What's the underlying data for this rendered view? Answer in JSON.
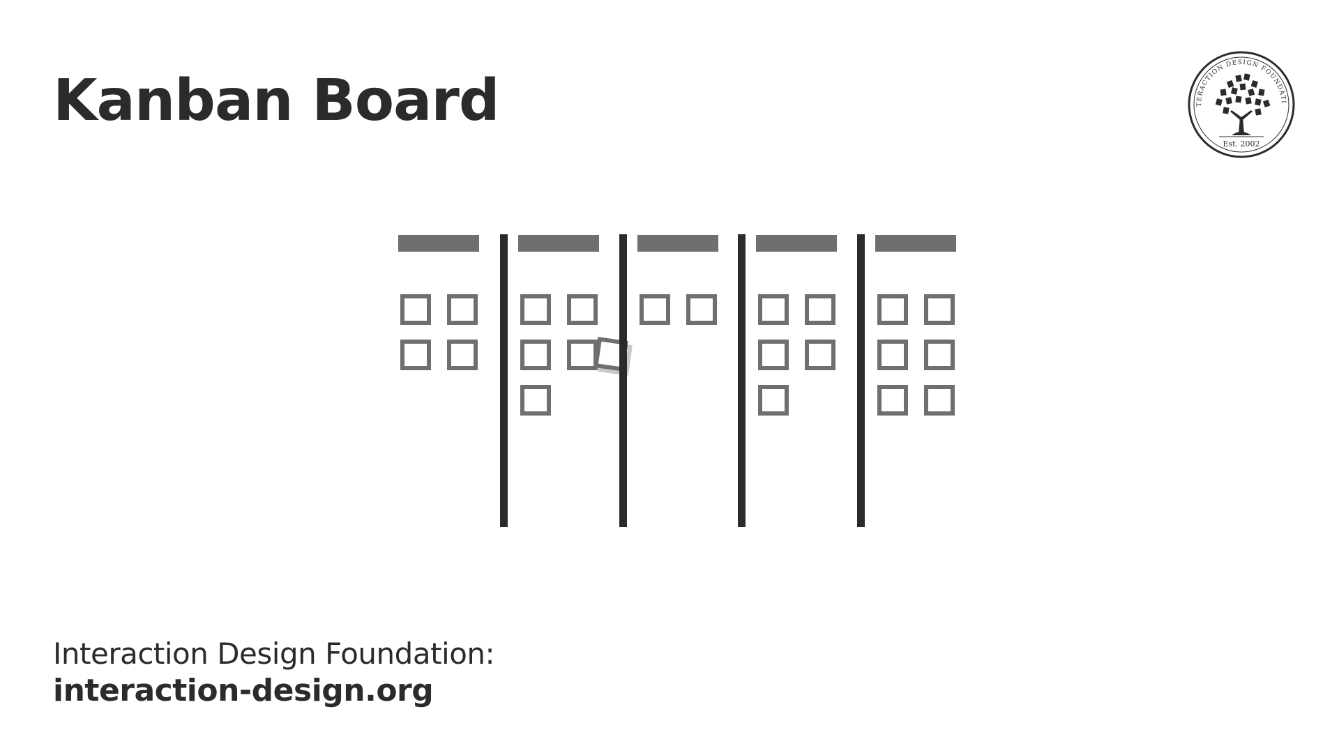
{
  "header": {
    "title": "Kanban Board"
  },
  "logo": {
    "ring_text": "INTERACTION DESIGN FOUNDATION",
    "est_text": "Est. 2002",
    "icon": "tree-of-books-icon"
  },
  "board": {
    "columns": [
      {
        "cards": 4
      },
      {
        "cards": 5
      },
      {
        "cards": 2
      },
      {
        "cards": 5
      },
      {
        "cards": 6
      }
    ],
    "moving_cards": 1,
    "colors": {
      "header_bar": "#6f6f6f",
      "card_border": "#6f6f6f",
      "divider": "#2b2b2b",
      "card_shadow": "#c8c8c8"
    }
  },
  "footer": {
    "org_label": "Interaction Design Foundation:",
    "url": "interaction-design.org"
  }
}
